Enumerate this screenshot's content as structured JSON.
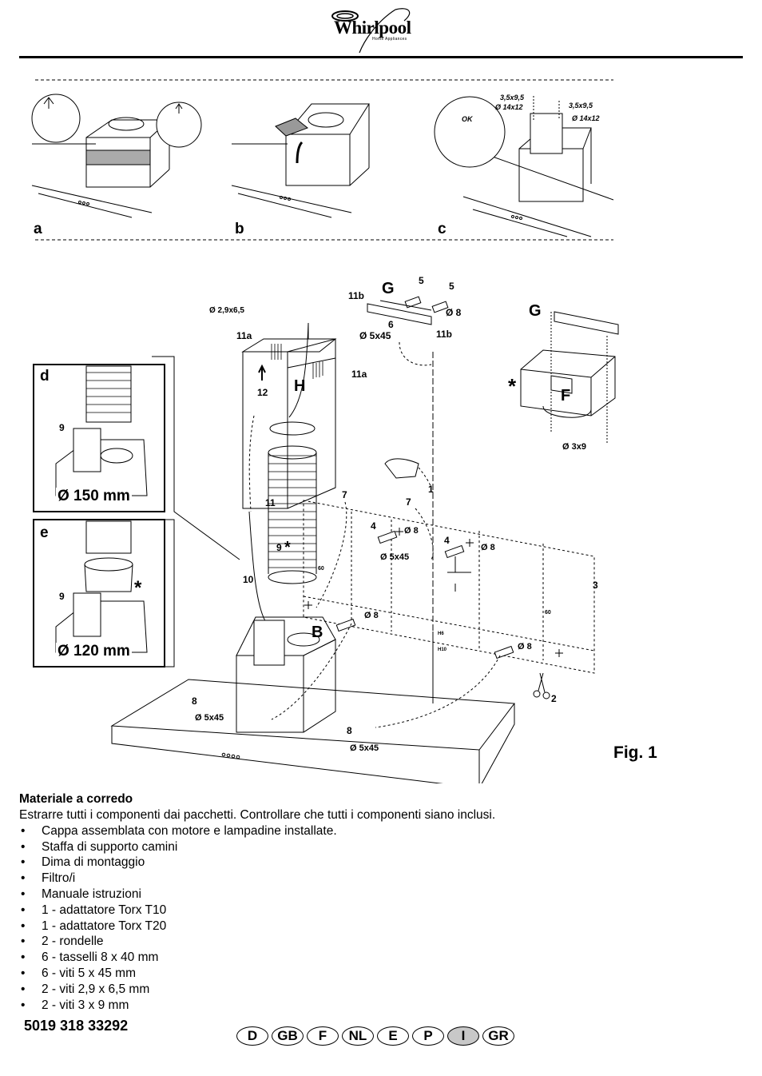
{
  "brand": {
    "name": "Whirlpool",
    "tagline": "Home Appliances"
  },
  "figure": {
    "title": "Fig. 1",
    "panels": [
      "a",
      "b",
      "c",
      "d",
      "e"
    ],
    "inset_d_diameter": "Ø 150 mm",
    "inset_e_diameter": "Ø 120 mm",
    "callouts": {
      "c_top": "3,5x9,5",
      "c_top_d": "Ø 14x12",
      "c_right": "3,5x9,5",
      "c_right_d": "Ø 14x12",
      "ok": "OK",
      "screw_2_9": "Ø 2,9x6,5",
      "n11a_left": "11a",
      "n11a_right": "11a",
      "n11b_left": "11b",
      "n11b_right": "11b",
      "G_left": "G",
      "G_right": "G",
      "n5a": "5",
      "n5b": "5",
      "d8_top": "Ø 8",
      "n6": "6",
      "d5x45_top": "Ø 5x45",
      "n12": "12",
      "H": "H",
      "star_right": "*",
      "F": "F",
      "d3x9": "Ø 3x9",
      "n1": "1",
      "n7a": "7",
      "n7b": "7",
      "n4a": "4",
      "d8_a": "Ø 8",
      "n4b": "4",
      "d8_b": "Ø 8",
      "d5x45_mid": "Ø 5x45",
      "n11": "11",
      "n9": "9",
      "star_mid": "*",
      "n10": "10",
      "n3": "3",
      "n60a": "60",
      "n60b": "60",
      "d8_c": "Ø 8",
      "B": "B",
      "h6": "H6",
      "h10": "H10",
      "d8_d": "Ø 8",
      "n2": "2",
      "n8a": "8",
      "d5x45_a": "Ø 5x45",
      "n8b": "8",
      "d5x45_b": "Ø 5x45",
      "n9_d": "9",
      "n9_e": "9",
      "star_e": "*"
    }
  },
  "materials": {
    "heading": "Materiale a corredo",
    "intro": "Estrarre tutti i componenti dai pacchetti. Controllare che tutti i componenti siano inclusi.",
    "items": [
      "Cappa assemblata con motore e lampadine installate.",
      "Staffa di supporto camini",
      "Dima di montaggio",
      "Filtro/i",
      "Manuale istruzioni",
      "1 - adattatore Torx T10",
      "1 - adattatore Torx T20",
      "2 - rondelle",
      "6 - tasselli 8 x 40 mm",
      "6 - viti 5 x 45 mm",
      "2 - viti 2,9 x 6,5 mm",
      "2 - viti 3 x 9 mm"
    ]
  },
  "footer": {
    "code": "5019 318 33292",
    "languages": [
      "D",
      "GB",
      "F",
      "NL",
      "E",
      "P",
      "I",
      "GR"
    ],
    "active_language": "I"
  }
}
